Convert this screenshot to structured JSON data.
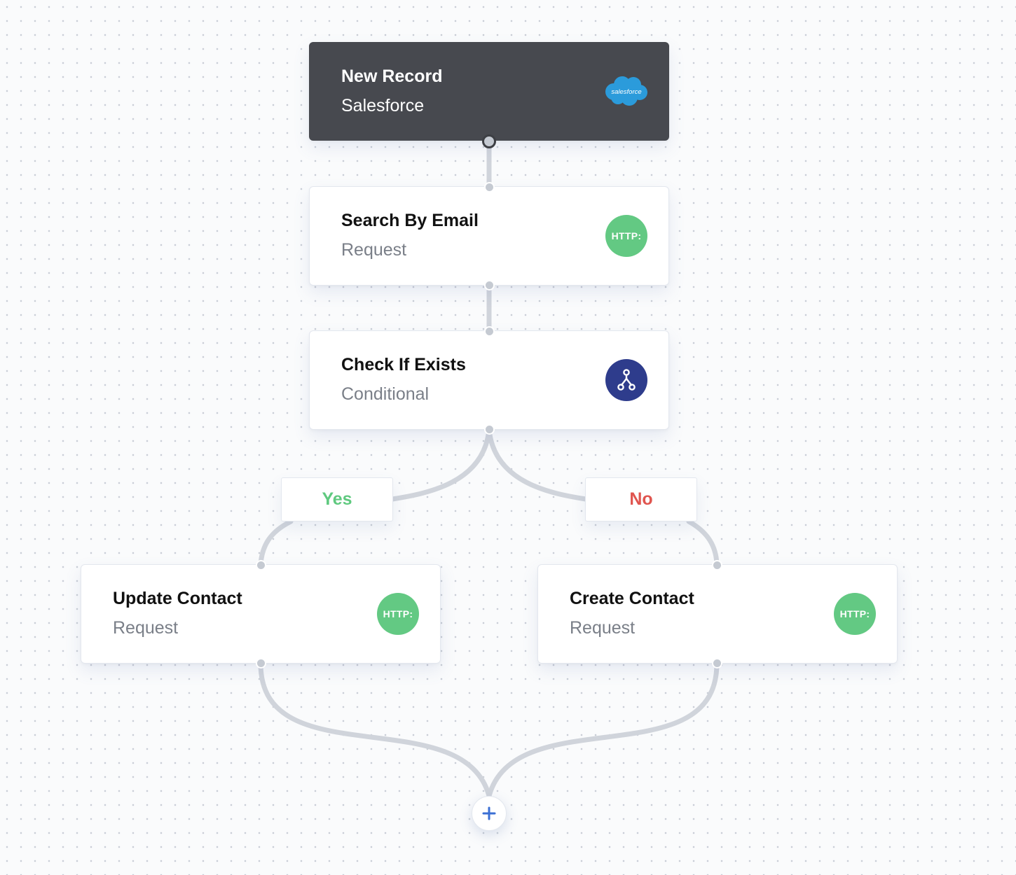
{
  "workflow": {
    "nodes": [
      {
        "title": "New Record",
        "subtitle": "Salesforce",
        "icon": "salesforce-icon",
        "icon_text": "salesforce"
      },
      {
        "title": "Search By Email",
        "subtitle": "Request",
        "icon": "http-icon",
        "icon_text": "HTTP:"
      },
      {
        "title": "Check If Exists",
        "subtitle": "Conditional",
        "icon": "conditional-branch-icon"
      },
      {
        "title": "Update Contact",
        "subtitle": "Request",
        "icon": "http-icon",
        "icon_text": "HTTP:"
      },
      {
        "title": "Create Contact",
        "subtitle": "Request",
        "icon": "http-icon",
        "icon_text": "HTTP:"
      }
    ],
    "branches": {
      "yes": {
        "label": "Yes",
        "color": "#5fc97f"
      },
      "no": {
        "label": "No",
        "color": "#e0554f"
      }
    },
    "add_step": {
      "icon": "plus-icon",
      "color": "#3b6fd4"
    }
  },
  "theme": {
    "trigger_bg": "#47494f",
    "http_badge": "#63c983",
    "conditional_badge": "#2e3c8c",
    "salesforce_blue": "#2b9bdb",
    "connector": "#d0d4db"
  }
}
